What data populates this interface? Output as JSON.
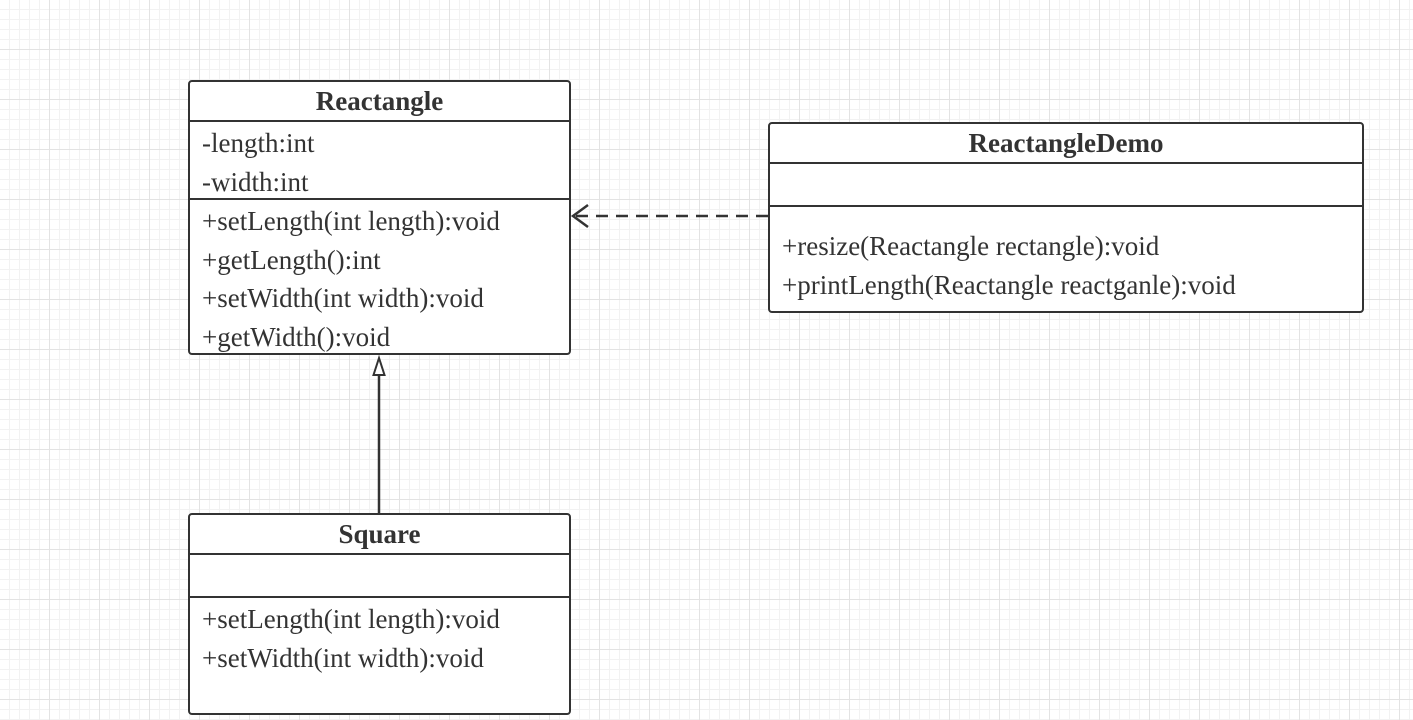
{
  "classes": {
    "reactangle": {
      "name": "Reactangle",
      "attributes": [
        "-length:int",
        "-width:int"
      ],
      "operations": [
        "+setLength(int length):void",
        "+getLength():int",
        "+setWidth(int width):void",
        "+getWidth():void"
      ]
    },
    "demo": {
      "name": "ReactangleDemo",
      "attributes": [],
      "operations": [
        "+resize(Reactangle rectangle):void",
        "+printLength(Reactangle reactganle):void"
      ]
    },
    "square": {
      "name": "Square",
      "attributes": [],
      "operations": [
        "+setLength(int length):void",
        "+setWidth(int width):void"
      ]
    }
  },
  "relations": [
    {
      "type": "dependency",
      "from": "ReactangleDemo",
      "to": "Reactangle"
    },
    {
      "type": "generalization",
      "from": "Square",
      "to": "Reactangle"
    }
  ],
  "colors": {
    "stroke": "#333333",
    "grid": "#e3e3e3",
    "background": "#ffffff"
  }
}
